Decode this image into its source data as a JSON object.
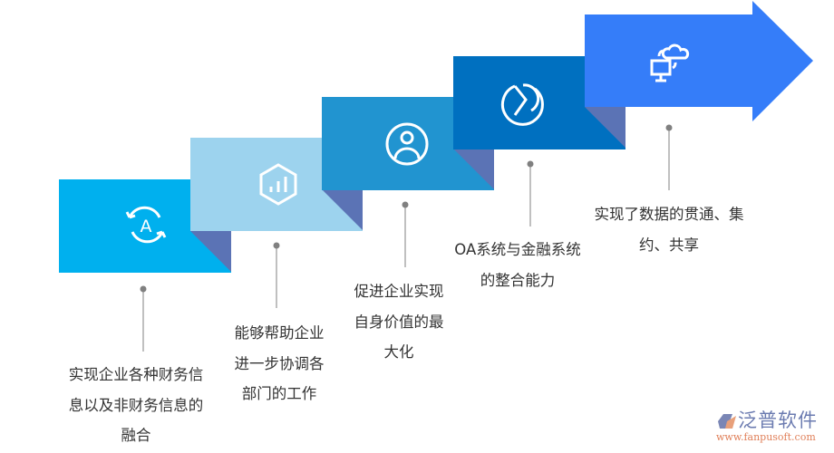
{
  "colors": {
    "step1": "#00b0ee",
    "step2": "#9dd3ee",
    "step3": "#2194d0",
    "step4": "#0070c0",
    "step5": "#357df9",
    "fold": "#5b73b5",
    "pin": "#808080"
  },
  "steps": [
    {
      "icon": "refresh-a-icon",
      "lines": [
        "实现企业各种财务信",
        "息以及非财务信息的",
        "融合"
      ]
    },
    {
      "icon": "hexagon-chart-icon",
      "lines": [
        "能够帮助企业",
        "进一步协调各",
        "部门的工作"
      ]
    },
    {
      "icon": "user-circle-icon",
      "lines": [
        "促进企业实现",
        "自身价值的最",
        "大化"
      ]
    },
    {
      "icon": "pie-chart-icon",
      "lines": [
        "OA系统与金融系统",
        "的整合能力"
      ]
    },
    {
      "icon": "cloud-sync-icon",
      "lines": [
        "实现了数据的贯通、集",
        "约、共享"
      ]
    }
  ],
  "logo": {
    "name": "泛普软件",
    "url": "www.fanpusoft.com"
  }
}
